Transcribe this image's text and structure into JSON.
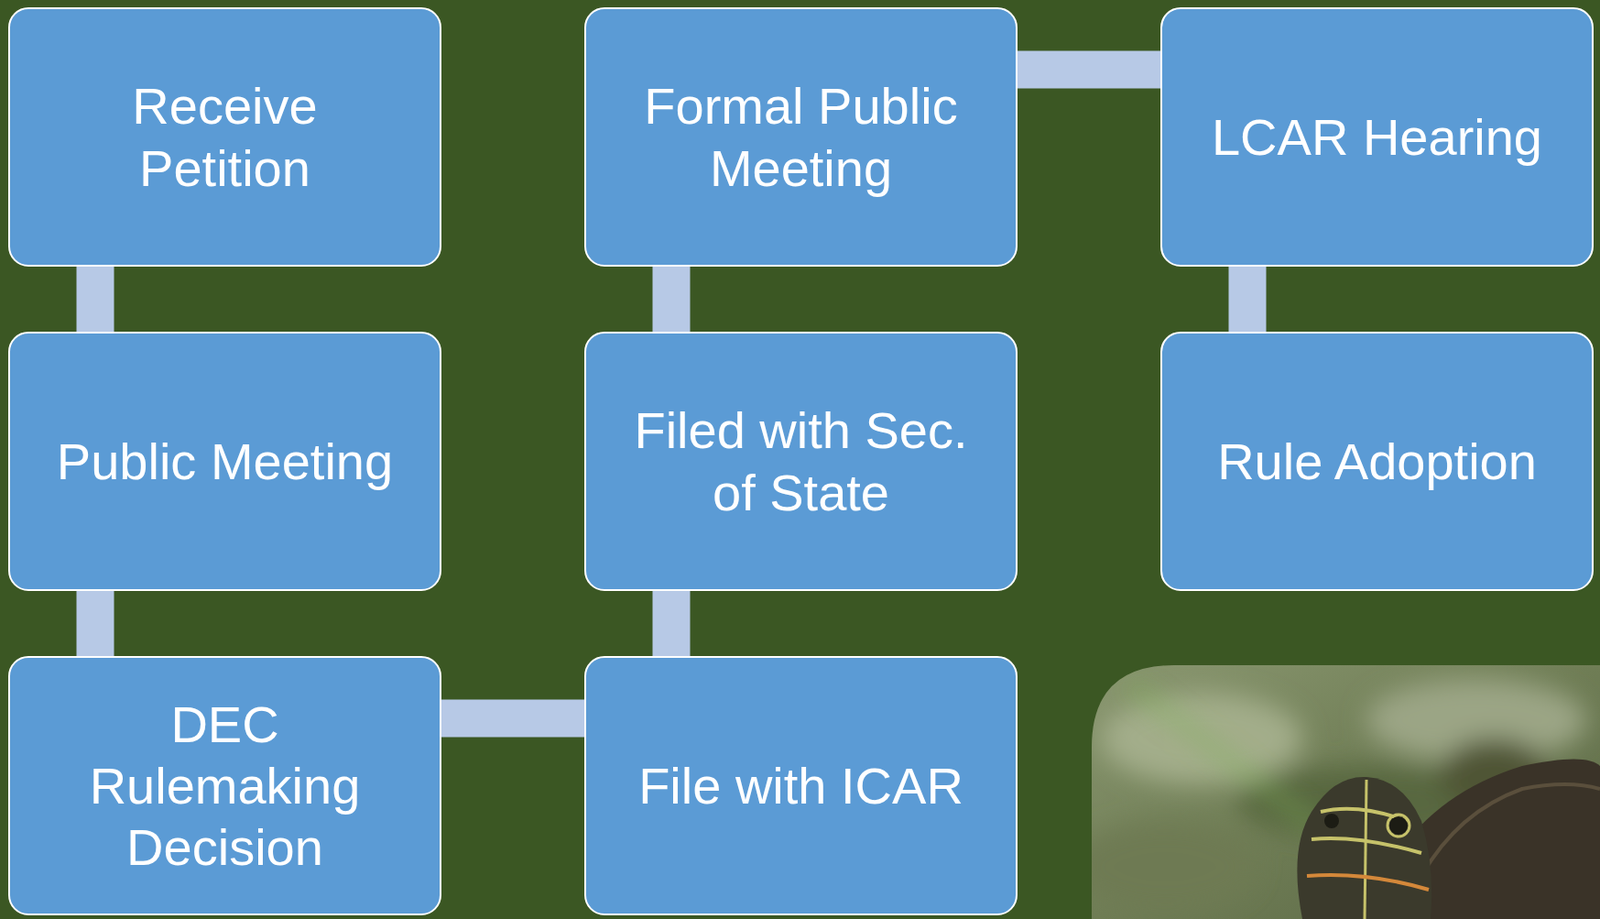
{
  "diagram": {
    "nodes": [
      {
        "text": [
          "Receive Petition"
        ]
      },
      {
        "text": [
          "Public Meeting"
        ]
      },
      {
        "text": [
          "DEC Rulemaking Decision"
        ]
      },
      {
        "text": [
          "File with ICAR"
        ]
      },
      {
        "text": [
          "Filed with Sec. of State"
        ]
      },
      {
        "text": [
          "Formal Public Meeting"
        ]
      },
      {
        "text": [
          "LCAR Hearing"
        ]
      },
      {
        "text": [
          "Rule Adoption"
        ]
      }
    ],
    "edges": [
      {
        "from": 0,
        "to": 1,
        "arrow": "none"
      },
      {
        "from": 1,
        "to": 2,
        "arrow": "none"
      },
      {
        "from": 2,
        "to": 3,
        "arrow": "none"
      },
      {
        "from": 3,
        "to": 4,
        "arrow": "none"
      },
      {
        "from": 4,
        "to": 5,
        "arrow": "none"
      },
      {
        "from": 5,
        "to": 6,
        "arrow": "none"
      },
      {
        "from": 6,
        "to": 7,
        "arrow": "none"
      }
    ]
  }
}
